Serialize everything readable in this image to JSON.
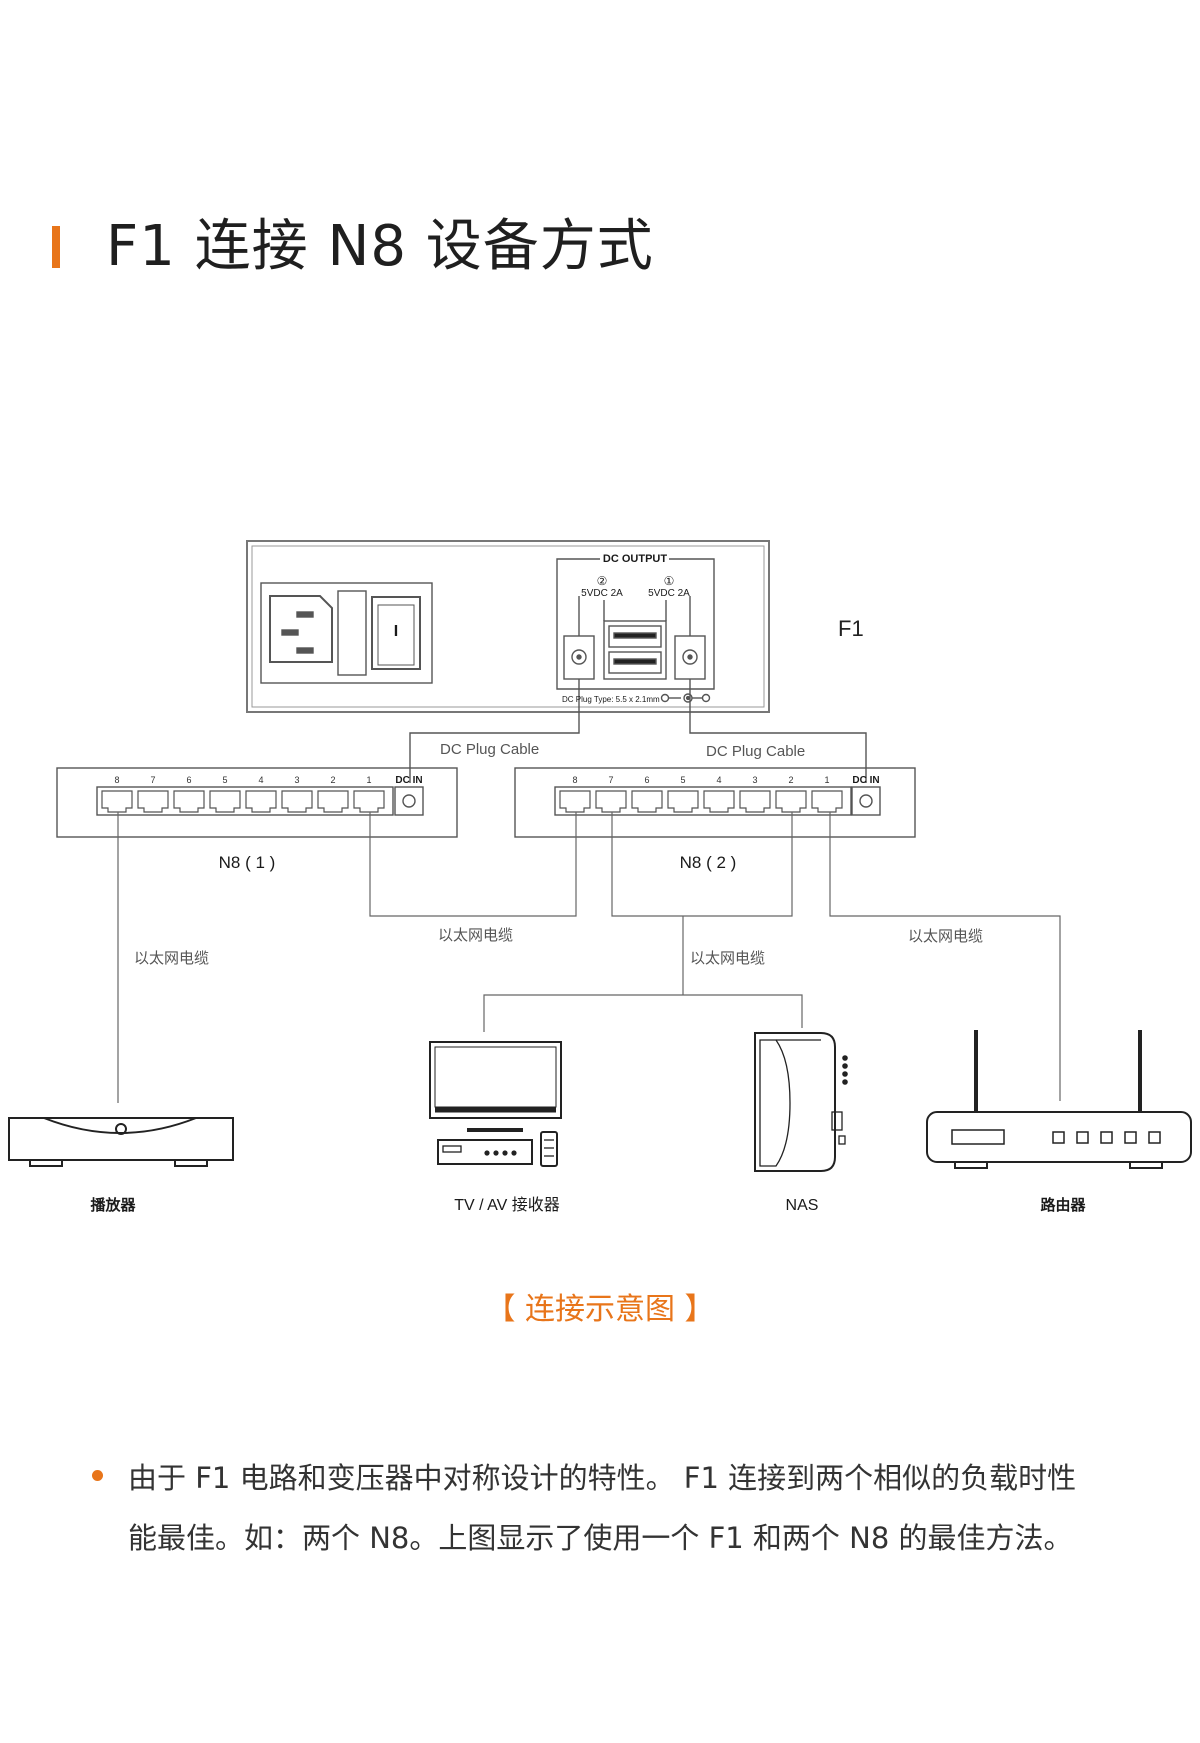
{
  "title": "F1 连接 N8 设备方式",
  "device_f1": {
    "label": "F1",
    "dc_output": "DC OUTPUT",
    "port2_num": "②",
    "port2_spec": "5VDC 2A",
    "port1_num": "①",
    "port1_spec": "5VDC 2A",
    "power_switch": "I",
    "dc_plug_type": "DC Plug Type: 5.5 x 2.1mm"
  },
  "cables": {
    "dc_plug_left": "DC Plug Cable",
    "dc_plug_right": "DC Plug Cable",
    "ethernet_player": "以太网电缆",
    "ethernet_n8_link": "以太网电缆",
    "ethernet_tv_nas": "以太网电缆",
    "ethernet_router": "以太网电缆"
  },
  "switch_n8_1": {
    "label": "N8 ( 1 )",
    "dc_in": "DC IN",
    "port_numbers": [
      "8",
      "7",
      "6",
      "5",
      "4",
      "3",
      "2",
      "1"
    ]
  },
  "switch_n8_2": {
    "label": "N8 ( 2 )",
    "dc_in": "DC IN",
    "port_numbers": [
      "8",
      "7",
      "6",
      "5",
      "4",
      "3",
      "2",
      "1"
    ]
  },
  "devices": {
    "player": "播放器",
    "tv": "TV / AV 接收器",
    "nas": "NAS",
    "router": "路由器"
  },
  "caption": "【 连接示意图 】",
  "description": "由于 F1 电路和变压器中对称设计的特性。 F1 连接到两个相似的负载时性能最佳。如：两个 N8。上图显示了使用一个 F1 和两个 N8 的最佳方法。",
  "colors": {
    "accent": "#e8751a",
    "line": "#555555"
  }
}
